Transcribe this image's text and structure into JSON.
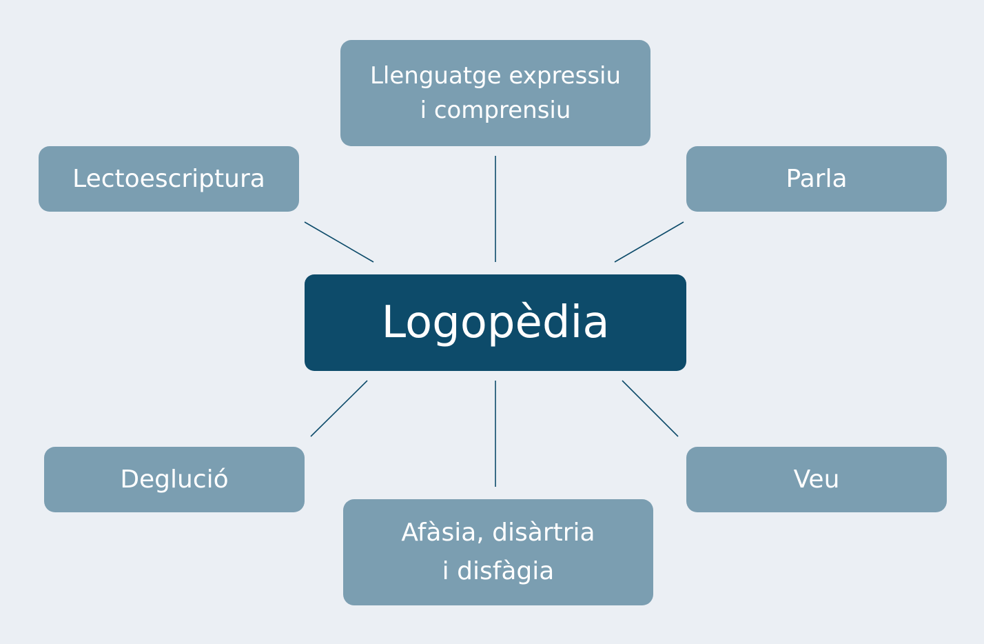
{
  "colors": {
    "background": "#ebeff4",
    "center_node": "#0d4b6a",
    "branch_node": "#7b9eb1",
    "connector": "#0d4b6a",
    "text": "#ffffff"
  },
  "center": {
    "label": "Logopèdia"
  },
  "nodes": {
    "top": {
      "line1": "Llenguatge expressiu",
      "line2": "i comprensiu"
    },
    "top_left": {
      "label": "Lectoescriptura"
    },
    "top_right": {
      "label": "Parla"
    },
    "bottom_left": {
      "label": "Deglució"
    },
    "bottom_right": {
      "label": "Veu"
    },
    "bottom": {
      "line1": "Afàsia, disàrtria",
      "line2": "i disfàgia"
    }
  }
}
